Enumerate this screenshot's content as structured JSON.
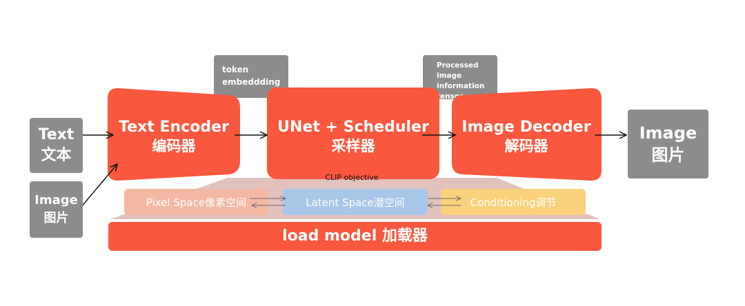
{
  "inputs": {
    "text": {
      "line1": "Text",
      "line2": "文本"
    },
    "image": {
      "line1": "Image",
      "line2": "图片"
    }
  },
  "notes": {
    "token": "token embeddding",
    "processed": "Processed image information tensor"
  },
  "modules": {
    "text_encoder": {
      "line1": "Text Encoder",
      "line2": "编码器"
    },
    "unet": {
      "line1": "UNet + Scheduler",
      "line2": "采样器"
    },
    "image_decoder": {
      "line1": "Image Decoder",
      "line2": "解码器"
    }
  },
  "output": {
    "line1": "Image",
    "line2": "图片"
  },
  "clip_label": "CLIP objective",
  "spaces": {
    "pixel": "Pixel Space像素空间",
    "latent": "Latent Space潜空间",
    "conditioning": "Conditioning调节"
  },
  "load_model": "load model 加载器",
  "colors": {
    "red": "#f9573e",
    "gray": "#8c8c8c",
    "pixel": "#f3b8a2",
    "latent": "#a7c7e9",
    "conditioning": "#fad27c"
  }
}
